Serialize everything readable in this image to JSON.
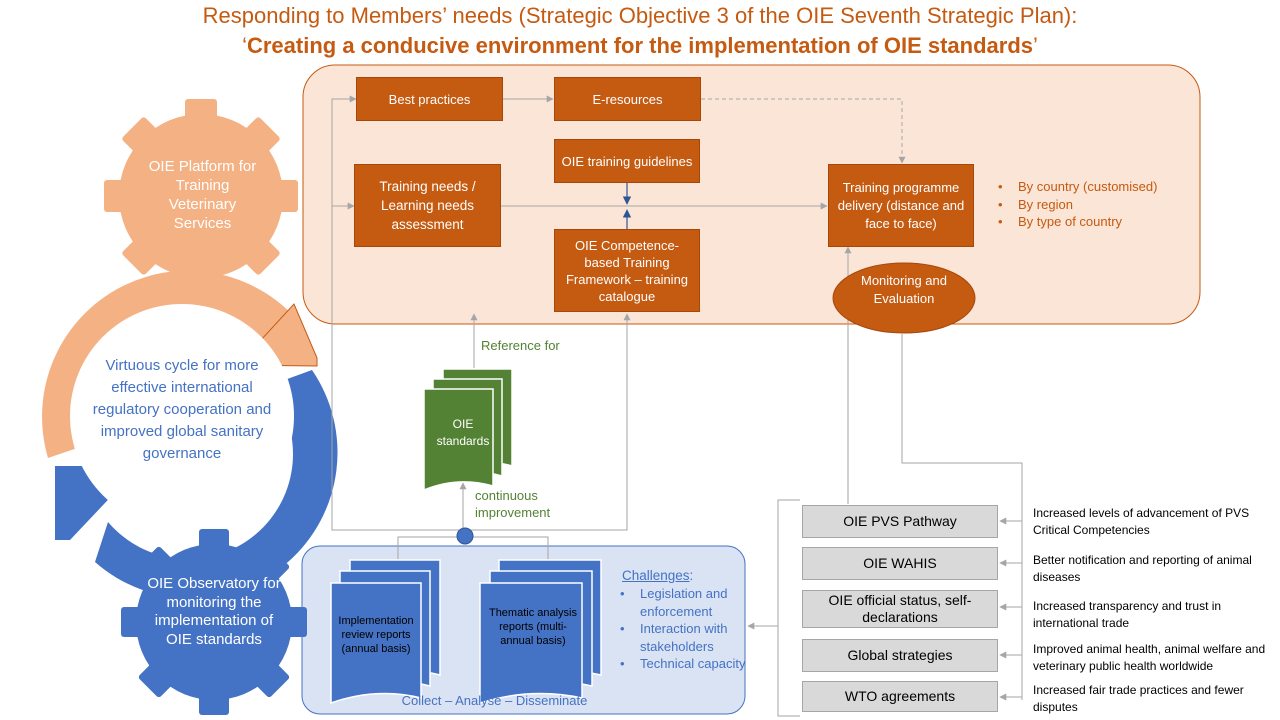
{
  "title": {
    "line1": "Responding to Members’ needs (Strategic Objective 3 of the OIE Seventh Strategic Plan):",
    "open_quote": "‘",
    "line2": "Creating a conducive environment for the implementation of OIE standards",
    "close_quote": "’"
  },
  "cycle": {
    "platform": "OIE Platform for Training Veterinary Services",
    "virtuous": "Virtuous cycle for more effective international regulatory cooperation and improved global sanitary governance",
    "observatory": "OIE Observatory for monitoring the implementation of OIE standards"
  },
  "training": {
    "best_practices": "Best practices",
    "e_resources": "E-resources",
    "guidelines": "OIE training guidelines",
    "needs": "Training needs / Learning needs assessment",
    "framework": "OIE Competence-based Training Framework – training catalogue",
    "delivery": "Training programme delivery (distance and face to face)",
    "monitoring": "Monitoring and Evaluation",
    "delivery_modes": [
      "By country (customised)",
      "By region",
      "By type of country"
    ]
  },
  "standards": {
    "label": "OIE standards",
    "reference_for": "Reference for",
    "continuous_improvement": "continuous improvement"
  },
  "observatory_panel": {
    "report1": "Implementation review reports (annual basis)",
    "report2": "Thematic analysis reports (multi-annual basis)",
    "challenges_title": "Challenges",
    "challenges_colon": ":",
    "challenges": [
      "Legislation and enforcement",
      "Interaction with stakeholders",
      "Technical capacity"
    ],
    "footer": "Collect – Analyse – Disseminate"
  },
  "sources": [
    {
      "label": "OIE PVS Pathway",
      "outcome": "Increased levels of advancement of PVS Critical Competencies"
    },
    {
      "label": "OIE WAHIS",
      "outcome": "Better notification and reporting of animal diseases"
    },
    {
      "label": "OIE official status, self-declarations",
      "outcome": "Increased transparency and trust in international trade"
    },
    {
      "label": "Global strategies",
      "outcome": "Improved animal health, animal welfare and veterinary public health worldwide"
    },
    {
      "label": "WTO agreements",
      "outcome": "Increased fair trade practices and fewer disputes"
    }
  ],
  "colors": {
    "orange": "#c55a11",
    "peach": "#f4b183",
    "light_peach": "#fbe5d6",
    "blue": "#4472c4",
    "light_blue": "#dae3f3",
    "green": "#548235",
    "grey": "#d9d9d9"
  }
}
